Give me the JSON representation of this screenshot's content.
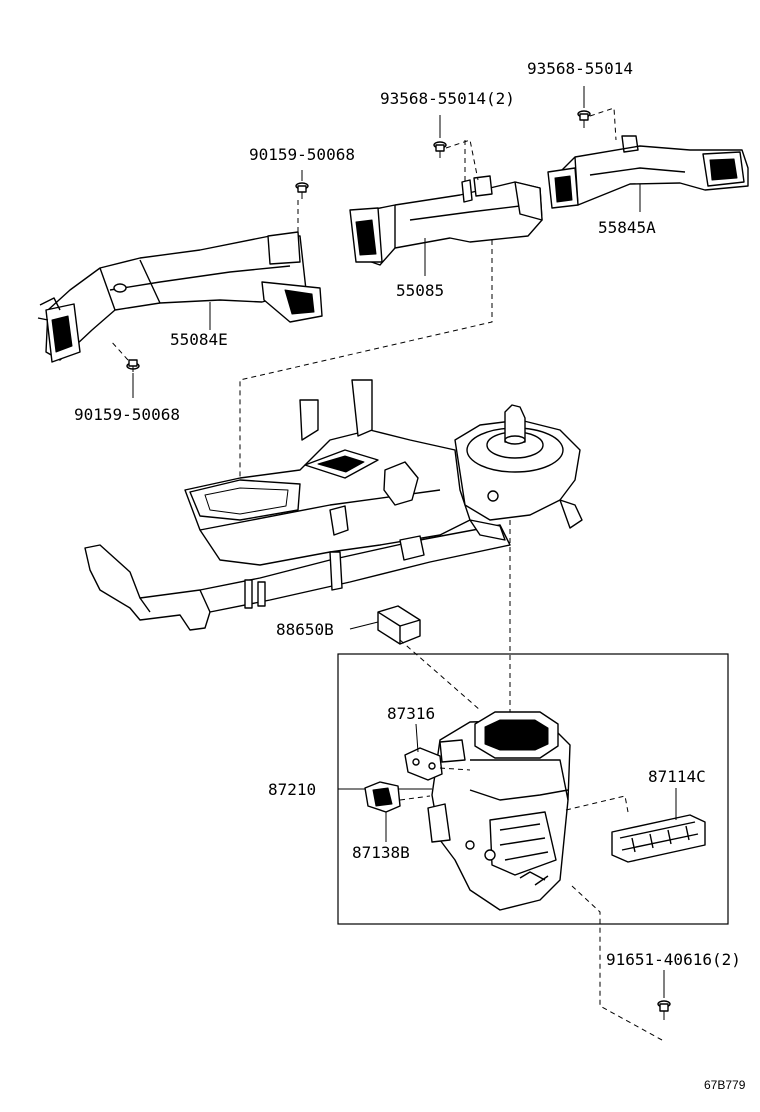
{
  "parts": {
    "p93568_a": "93568-55014",
    "p93568_b": "93568-55014(2)",
    "p90159_top": "90159-50068",
    "p55845A": "55845A",
    "p55085": "55085",
    "p55084E": "55084E",
    "p90159_bottom": "90159-50068",
    "p88650B": "88650B",
    "p87316": "87316",
    "p87114C": "87114C",
    "p87210": "87210",
    "p87138B": "87138B",
    "p91651": "91651-40616(2)"
  },
  "reference_code": "67B779"
}
